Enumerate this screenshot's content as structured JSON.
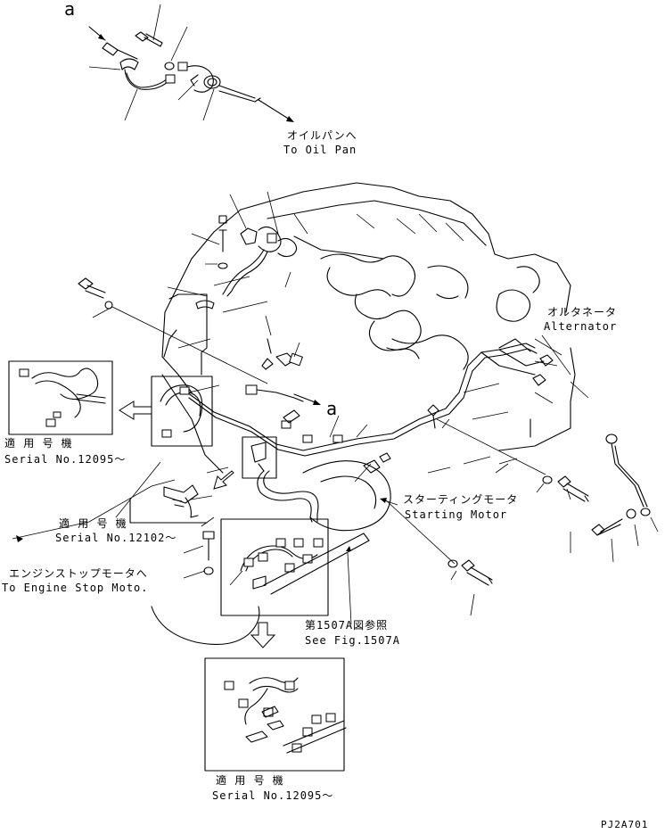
{
  "labels": {
    "ref_a_top": "a",
    "ref_a_mid": "a",
    "oil_pan_jp": "オイルパンへ",
    "oil_pan_en": "To Oil Pan",
    "alternator_jp": "オルタネータ",
    "alternator_en": "Alternator",
    "starting_motor_jp": "スターティングモータ",
    "starting_motor_en": "Starting Motor",
    "engine_stop_jp": "エンジンストップモータへ",
    "engine_stop_en": "To Engine Stop Moto.",
    "applicable_left_jp": "適 用 号 機",
    "applicable_left_en": "Serial No.12095～",
    "applicable_mid_jp": "適 用 号 機",
    "applicable_mid_en": "Serial No.12102～",
    "see_fig_jp": "第1507A図参照",
    "see_fig_en": "See Fig.1507A",
    "applicable_bottom_jp": "適 用 号 機",
    "applicable_bottom_en": "Serial No.12095～",
    "drawing_code": "PJ2A701"
  }
}
